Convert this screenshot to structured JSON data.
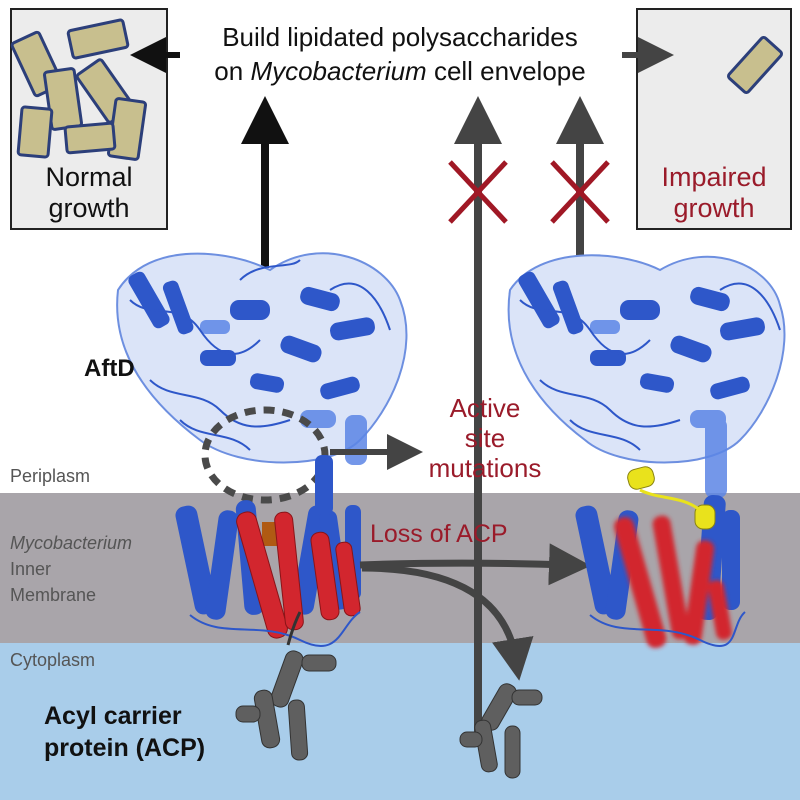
{
  "title": {
    "line1": "Build lipidated polysaccharides",
    "line2_prefix": "on ",
    "line2_italic": "Mycobacterium",
    "line2_suffix": " cell envelope"
  },
  "left_box": {
    "line1": "Normal",
    "line2": "growth"
  },
  "right_box": {
    "line1": "Impaired",
    "line2": "growth"
  },
  "labels": {
    "protein": "AftD",
    "active_site_line1": "Active",
    "active_site_line2": "site",
    "active_site_line3": "mutations",
    "loss_acp": "Loss of ACP",
    "acp_line1": "Acyl carrier",
    "acp_line2": "protein (ACP)"
  },
  "regions": {
    "periplasm": "Periplasm",
    "membrane_line1": "Mycobacterium",
    "membrane_line2": "Inner",
    "membrane_line3": "Membrane",
    "cytoplasm": "Cytoplasm"
  },
  "colors": {
    "membrane": "#a9a5aa",
    "cytoplasm": "#a9cdea",
    "protein_blue": "#2e57c9",
    "helix_red": "#d2262e",
    "acp_gray": "#5f5f5f",
    "mark_red": "#a01825",
    "cell_fill": "#c8bf8e",
    "cell_edge": "#2c3f7a",
    "yellow": "#e9e21c"
  }
}
